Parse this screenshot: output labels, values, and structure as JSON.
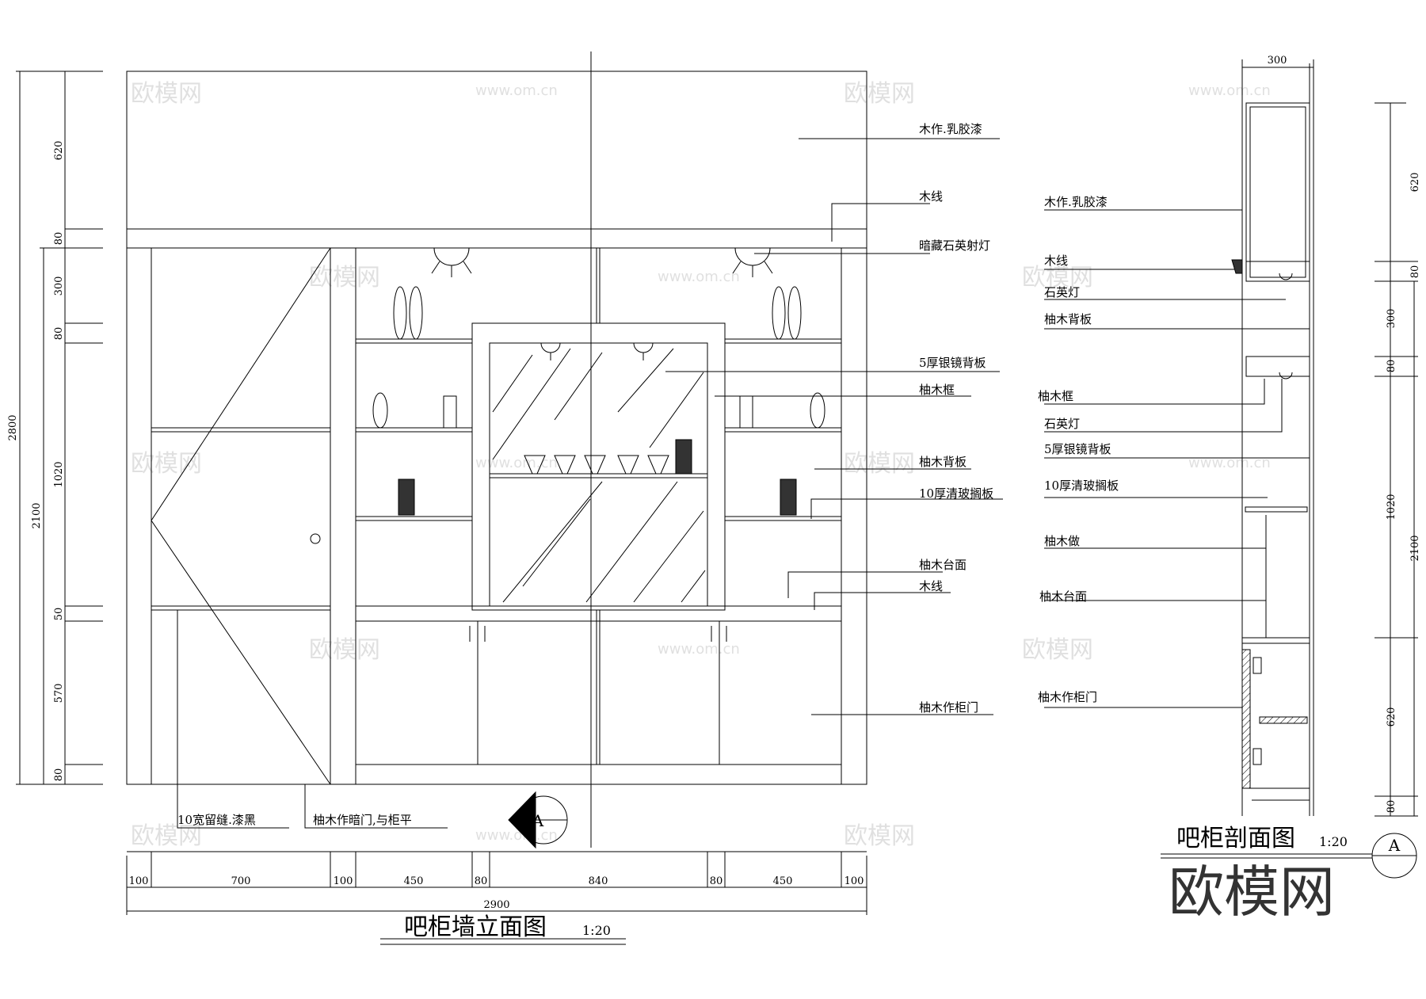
{
  "elevation": {
    "title": "吧柜墙立面图",
    "scale": "1:20",
    "callouts": {
      "wood_latex": "木作.乳胶漆",
      "wood_line_top": "木线",
      "hidden_quartz": "暗藏石英射灯",
      "mirror": "5厚银镜背板",
      "teak_frame": "柚木框",
      "teak_back": "柚木背板",
      "glass_shelf": "10厚清玻搁板",
      "teak_counter": "柚木台面",
      "wood_line_bottom": "木线",
      "teak_door": "柚木作柜门",
      "gap": "10宽留缝.漆黑",
      "hidden_door": "柚木作暗门,与柜平"
    },
    "dims_bottom": [
      "100",
      "700",
      "100",
      "450",
      "80",
      "840",
      "80",
      "450",
      "100"
    ],
    "total_width": "2900",
    "dims_left": [
      "620",
      "80",
      "300",
      "80",
      "1020",
      "50",
      "570",
      "80"
    ],
    "dims_left_outer": [
      "2800",
      "2100"
    ],
    "section_mark": "A"
  },
  "section": {
    "title": "吧柜剖面图",
    "scale": "1:20",
    "top_dim": "300",
    "callouts": {
      "wood_latex": "木作.乳胶漆",
      "wood_line": "木线",
      "quartz_1": "石英灯",
      "teak_back_1": "柚木背板",
      "teak_frame": "柚木框",
      "quartz_2": "石英灯",
      "mirror": "5厚银镜背板",
      "glass_shelf": "10厚清玻搁板",
      "teak_panel": "柚木做",
      "teak_counter": "柚木台面",
      "teak_door": "柚木作柜门"
    },
    "dims_right": [
      "620",
      "80",
      "300",
      "80",
      "1020",
      "620",
      "80"
    ],
    "dims_right_outer": "2100",
    "section_mark": "A"
  },
  "watermark": {
    "brand": "欧模网",
    "url": "www.om.cn"
  }
}
